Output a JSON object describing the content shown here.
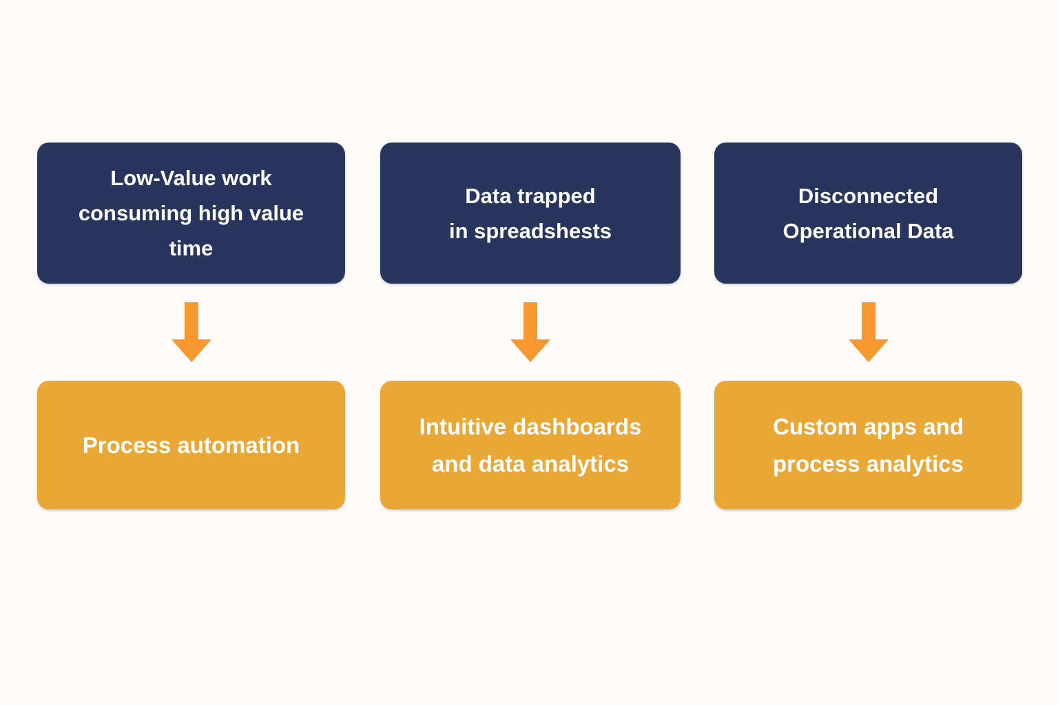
{
  "colors": {
    "background": "#FCFBF8",
    "problem_box": "#2A355E",
    "solution_box": "#E9A836",
    "arrow": "#F6982E",
    "text": "#FFFFFF"
  },
  "columns": [
    {
      "problem": {
        "text": "Low-Value work consuming high value time",
        "lines": [
          "Low-Value work",
          "consuming high value",
          "time"
        ]
      },
      "solution": {
        "text": "Process automation",
        "lines": [
          "Process automation"
        ]
      }
    },
    {
      "problem": {
        "text": "Data trapped in spreadshests",
        "lines": [
          "Data trapped",
          "in spreadshests"
        ]
      },
      "solution": {
        "text": "Intuitive dashboards and data analytics",
        "lines": [
          "Intuitive dashboards",
          "and data analytics"
        ]
      }
    },
    {
      "problem": {
        "text": "Disconnected Operational Data",
        "lines": [
          "Disconnected",
          "Operational Data"
        ]
      },
      "solution": {
        "text": "Custom apps and process analytics",
        "lines": [
          "Custom apps and",
          "process analytics"
        ]
      }
    }
  ]
}
